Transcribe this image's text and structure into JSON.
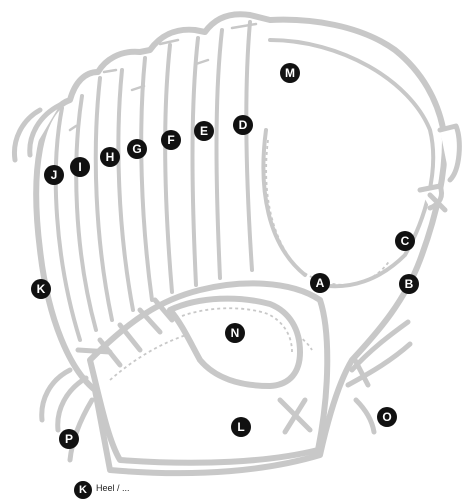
{
  "diagram": {
    "markers": [
      {
        "id": "A",
        "label": "A"
      },
      {
        "id": "B",
        "label": "B"
      },
      {
        "id": "C",
        "label": "C"
      },
      {
        "id": "D",
        "label": "D"
      },
      {
        "id": "E",
        "label": "E"
      },
      {
        "id": "F",
        "label": "F"
      },
      {
        "id": "G",
        "label": "G"
      },
      {
        "id": "H",
        "label": "H"
      },
      {
        "id": "I",
        "label": "I"
      },
      {
        "id": "J",
        "label": "J"
      },
      {
        "id": "K",
        "label": "K"
      },
      {
        "id": "L",
        "label": "L"
      },
      {
        "id": "M",
        "label": "M"
      },
      {
        "id": "N",
        "label": "N"
      },
      {
        "id": "O",
        "label": "O"
      },
      {
        "id": "P",
        "label": "P"
      }
    ],
    "footer": {
      "badge": "K",
      "text": "Heel / ..."
    }
  },
  "colors": {
    "outline": "#c8c8c8",
    "badge": "#111111",
    "badge_text": "#ffffff"
  }
}
